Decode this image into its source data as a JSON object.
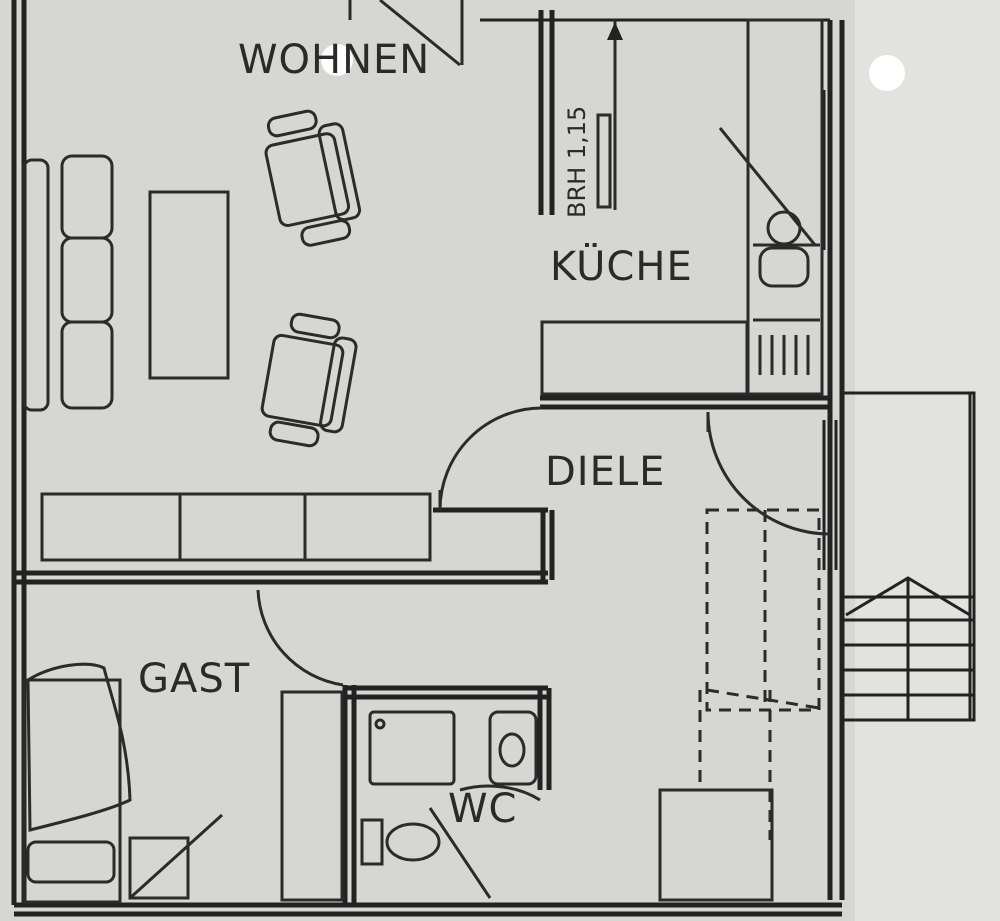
{
  "rooms": {
    "wohnen": "WOHNEN",
    "kueche": "KÜCHE",
    "diele": "DIELE",
    "gast": "GAST",
    "wc": "WC"
  },
  "dimension": "BRH 1,15",
  "colors": {
    "paper": "#d6d6d3",
    "ink": "#222222"
  }
}
